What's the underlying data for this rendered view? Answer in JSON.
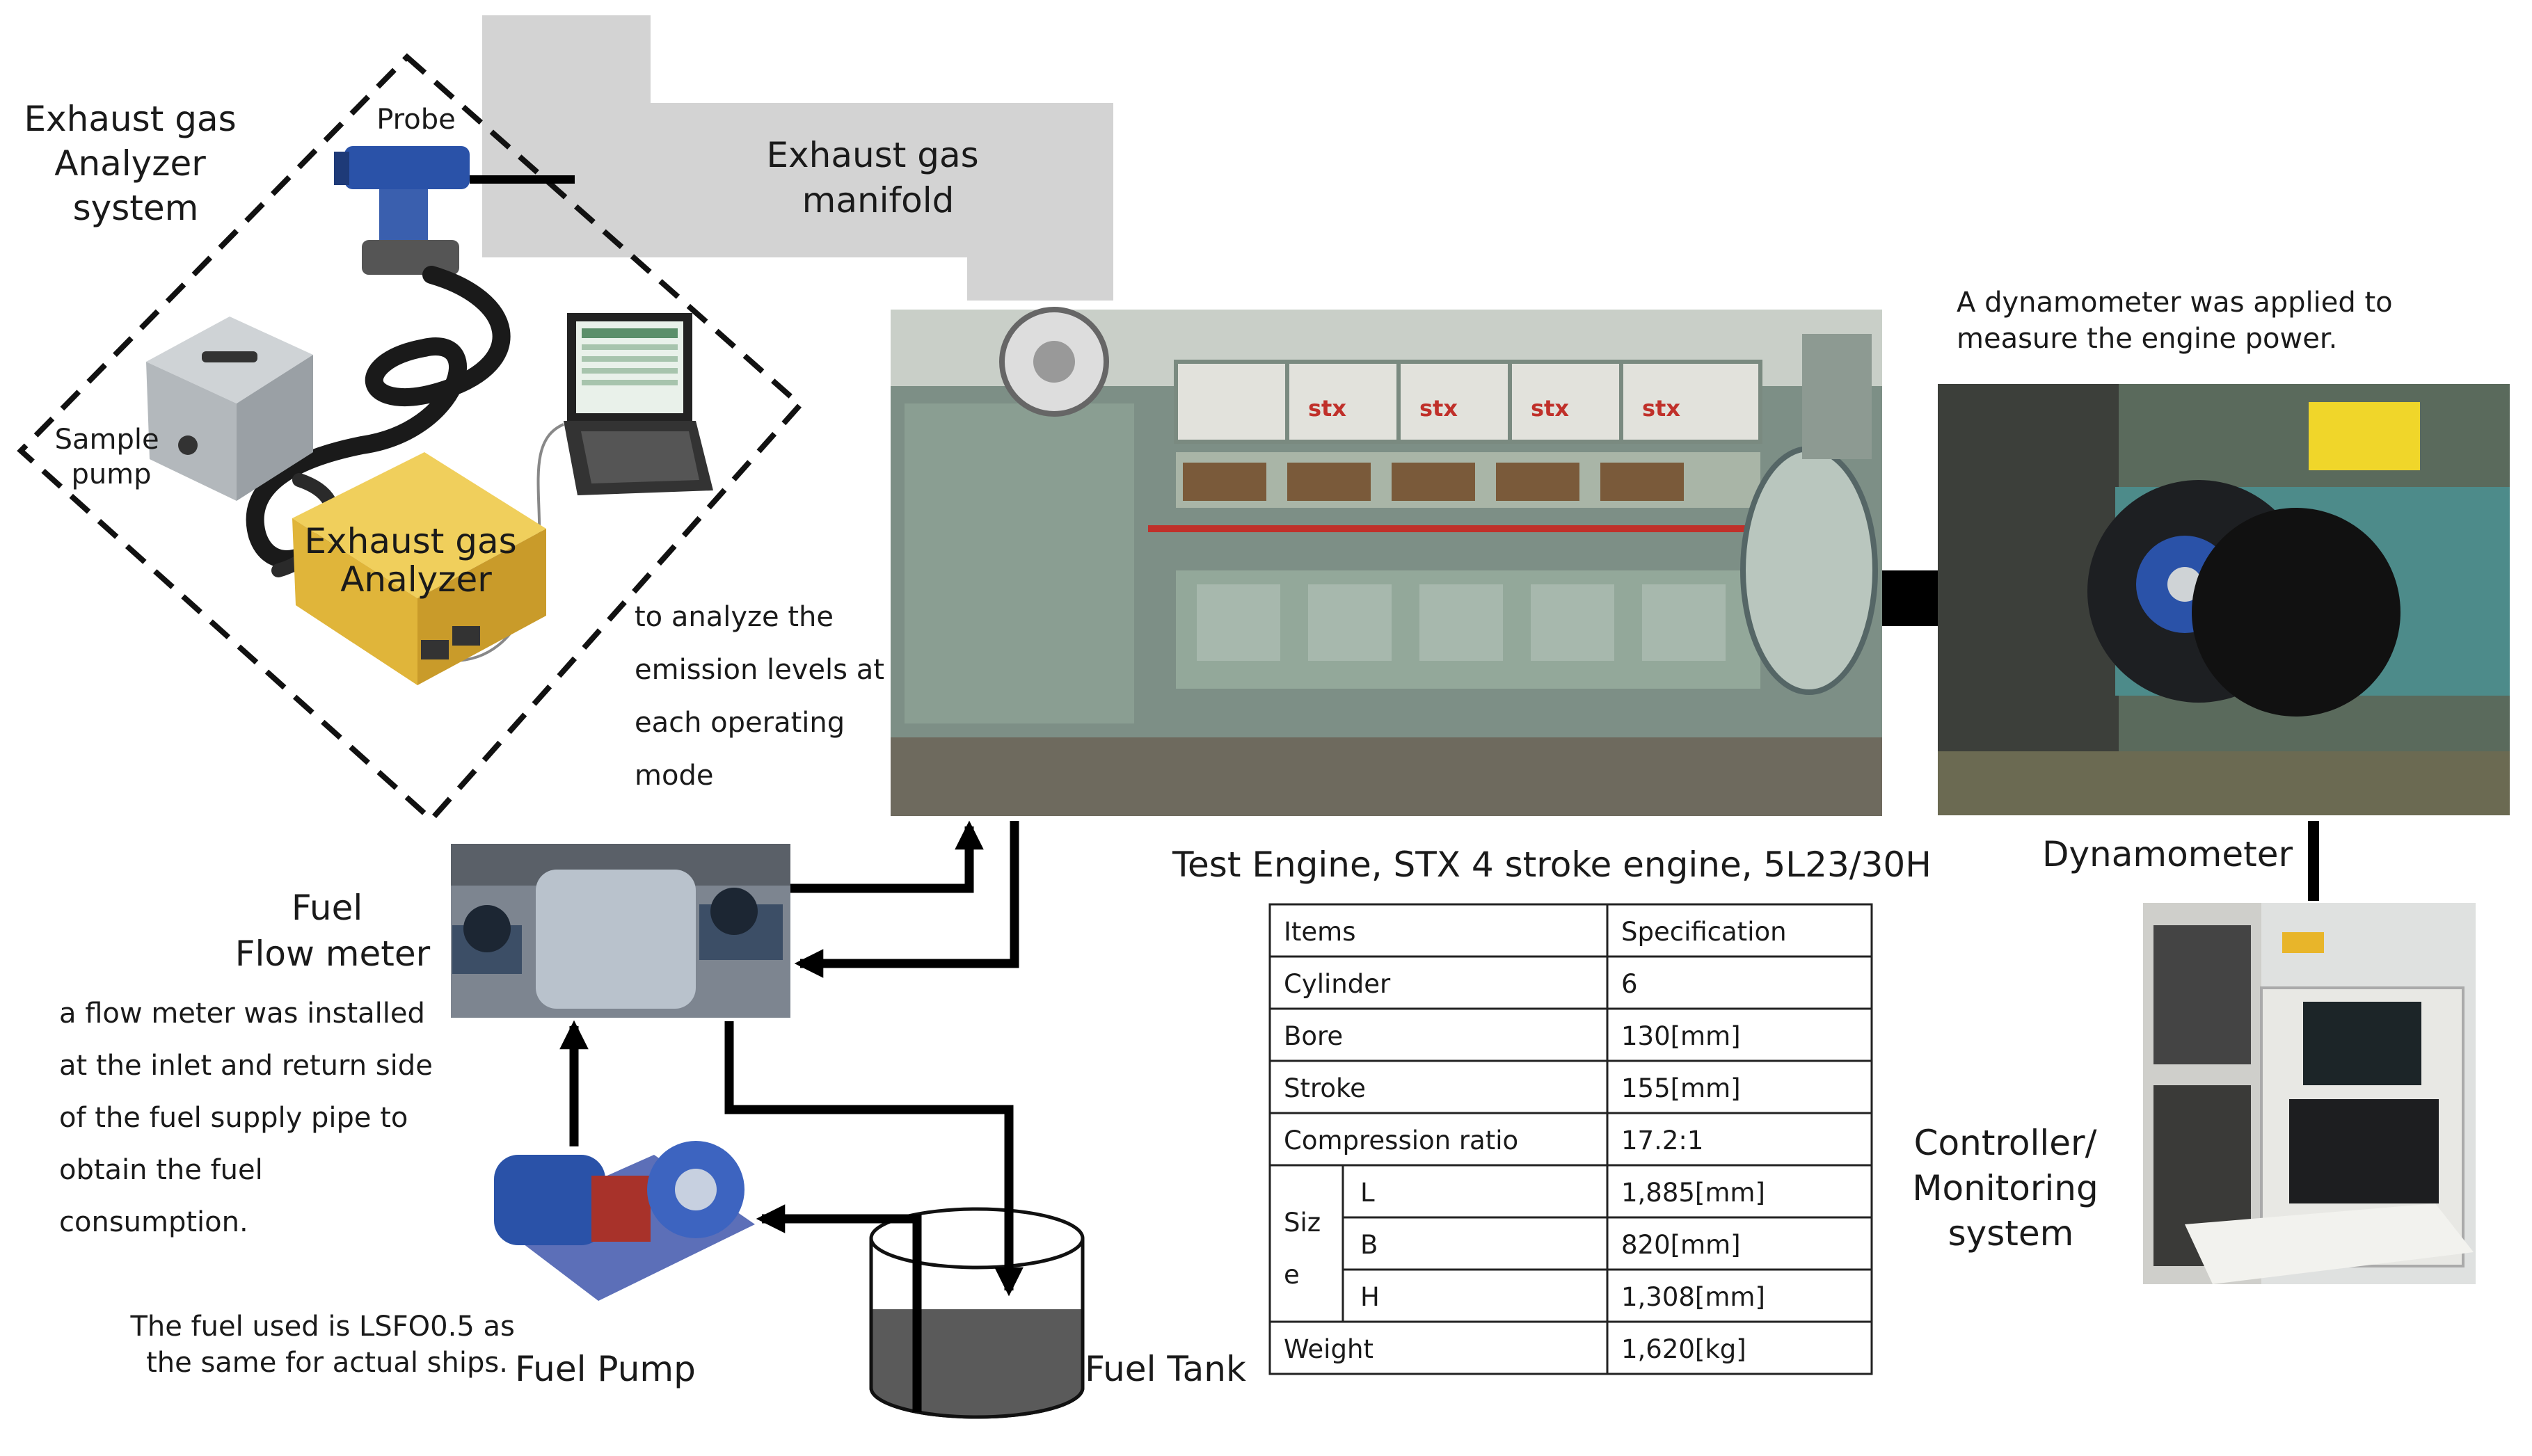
{
  "labels": {
    "exhaust_gas_analyzer_system": [
      "Exhaust gas",
      "Analyzer",
      "system"
    ],
    "probe": "Probe",
    "sample_pump": [
      "Sample",
      "pump"
    ],
    "exhaust_gas_analyzer_unit": [
      "Exhaust  gas",
      "Analyzer"
    ],
    "exhaust_gas_manifold": [
      "Exhaust gas",
      "manifold"
    ],
    "fuel_flow_meter": [
      "Fuel",
      "Flow meter"
    ],
    "fuel_pump": "Fuel Pump",
    "fuel_tank": "Fuel Tank",
    "dynamometer": "Dynamometer",
    "controller_monitoring": [
      "Controller/",
      "Monitoring",
      "system"
    ],
    "stx_brand": "stx"
  },
  "notes": {
    "analyzer_purpose": [
      "to analyze  the",
      "emission levels at",
      "each operating",
      "mode"
    ],
    "dynamometer_purpose": [
      "A dynamometer was applied to",
      "measure the engine power."
    ],
    "flow_meter_purpose": [
      "a flow meter was installed",
      "at the inlet and return side",
      "of the fuel supply pipe to",
      "obtain the fuel",
      "consumption."
    ],
    "fuel_type": [
      "The fuel used is LSFO0.5 as",
      "the same for actual ships."
    ]
  },
  "engine_caption": "Test Engine, STX 4 stroke engine, 5L23/30H",
  "spec_table": {
    "header": {
      "item": "Items",
      "value": "Specification"
    },
    "rows": [
      {
        "item": "Cylinder",
        "value": "6"
      },
      {
        "item": "Bore",
        "value": "130[mm]"
      },
      {
        "item": "Stroke",
        "value": "155[mm]"
      },
      {
        "item": "Compression  ratio",
        "value": "17.2:1"
      }
    ],
    "size_group": {
      "label": [
        "Siz",
        "e"
      ],
      "rows": [
        {
          "sub": "L",
          "value": "1,885[mm]"
        },
        {
          "sub": "B",
          "value": "820[mm]"
        },
        {
          "sub": "H",
          "value": "1,308[mm]"
        }
      ]
    },
    "weight": {
      "item": "Weight",
      "value": "1,620[kg]"
    }
  },
  "colors": {
    "manifold_gray": "#d3d3d3",
    "engine_green": "#8faa9c",
    "analyzer_yellow": "#e8c244",
    "pump_blue": "#2a52a8",
    "arrow_black": "#000000"
  }
}
